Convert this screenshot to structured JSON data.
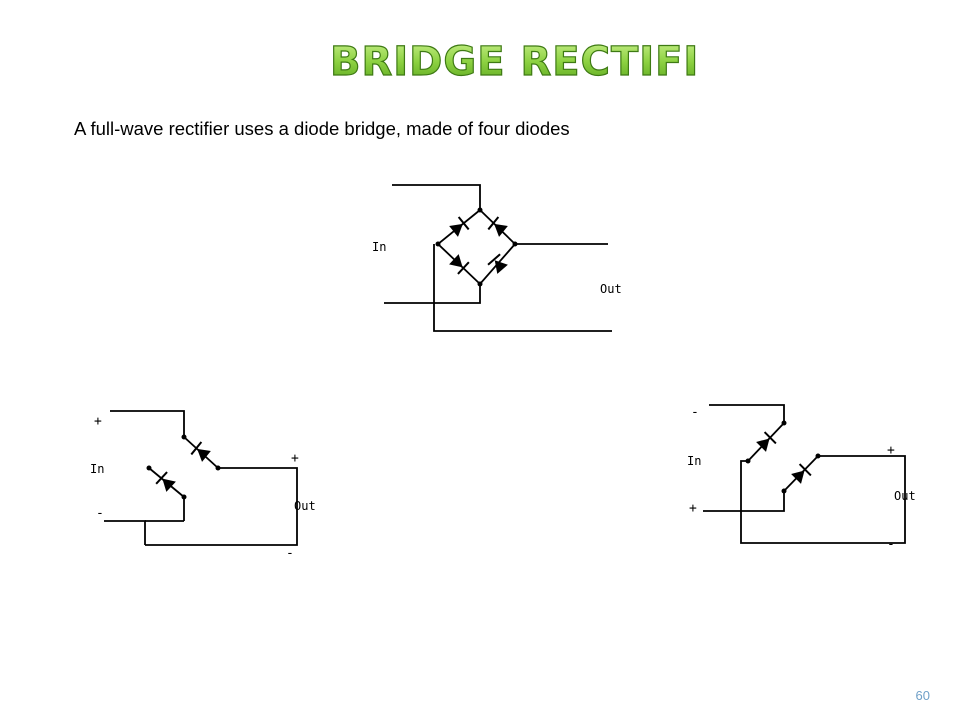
{
  "slide": {
    "title": "BRIDGE RECTIFIER",
    "subtitle": "A full-wave rectifier uses a diode bridge, made of four diodes",
    "page_number": "60",
    "accent_color": "#8cd141"
  },
  "diagrams": {
    "bridge": {
      "in_label": "In",
      "out_label": "Out"
    },
    "positive_half": {
      "in_label": "In",
      "out_label": "Out",
      "in_top_sign": "+",
      "in_bottom_sign": "-",
      "out_top_sign": "+",
      "out_bottom_sign": "-"
    },
    "negative_half": {
      "in_label": "In",
      "out_label": "Out",
      "in_top_sign": "-",
      "in_bottom_sign": "+",
      "out_top_sign": "+",
      "out_bottom_sign": "-"
    }
  }
}
